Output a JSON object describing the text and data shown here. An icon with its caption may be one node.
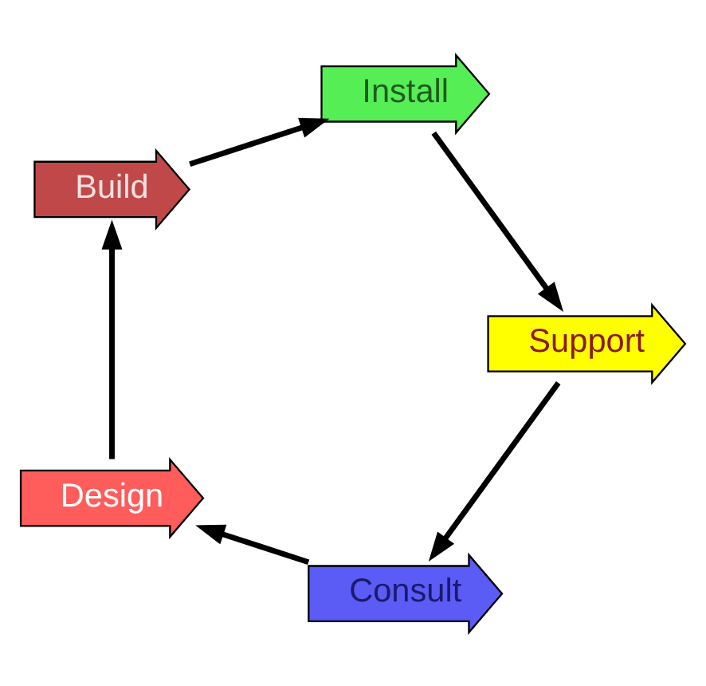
{
  "diagram": {
    "nodes": [
      {
        "text": [
          "Consult"
        ]
      },
      {
        "text": [
          "Design"
        ]
      },
      {
        "text": [
          "Build"
        ]
      },
      {
        "text": [
          "Install"
        ]
      },
      {
        "text": [
          "Support"
        ]
      }
    ],
    "edges": [
      {
        "from": 0,
        "to": 1,
        "arrow": "to"
      },
      {
        "from": 1,
        "to": 2,
        "arrow": "to"
      },
      {
        "from": 2,
        "to": 3,
        "arrow": "to"
      },
      {
        "from": 3,
        "to": 4,
        "arrow": "to"
      },
      {
        "from": 4,
        "to": 0,
        "arrow": "to"
      }
    ]
  }
}
